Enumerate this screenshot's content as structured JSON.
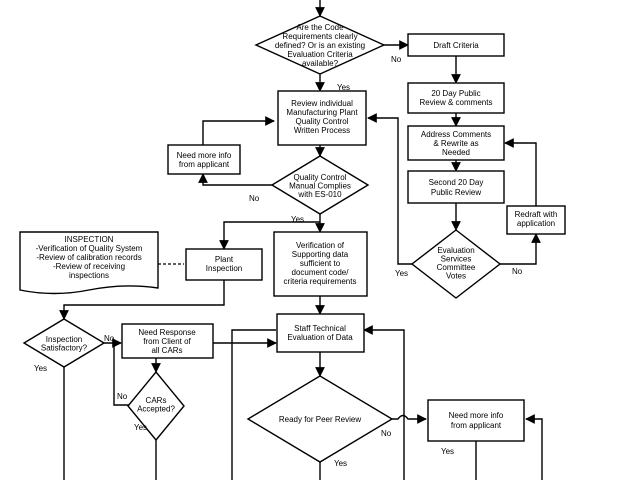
{
  "nodes": {
    "code_requirements": {
      "lines": [
        "Are the Code",
        "Requirements clearly",
        "defined? Or is an existing",
        "Evaluation Criteria",
        "available?"
      ]
    },
    "draft_criteria": {
      "lines": [
        "Draft Criteria"
      ]
    },
    "public_review_20": {
      "lines": [
        "20 Day Public",
        "Review & comments"
      ]
    },
    "address_comments": {
      "lines": [
        "Address Comments",
        "& Rewrite as",
        "Needed"
      ]
    },
    "second_public_review": {
      "lines": [
        "Second 20 Day",
        "Public Review"
      ]
    },
    "redraft": {
      "lines": [
        "Redraft with",
        "application"
      ]
    },
    "committee_votes": {
      "lines": [
        "Evaluation",
        "Services",
        "Committee",
        "Votes"
      ]
    },
    "review_manufacturing": {
      "lines": [
        "Review individual",
        "Manufacturing Plant",
        "Quality Control",
        "Written Process"
      ]
    },
    "need_more_info_1": {
      "lines": [
        "Need more info",
        "from applicant"
      ]
    },
    "qc_manual": {
      "lines": [
        "Quality Control",
        "Manual Complies",
        "with ES-010"
      ]
    },
    "inspection_note": {
      "lines": [
        "INSPECTION",
        "-Verification of Quality System",
        "-Review of calibration records",
        "-Review of receiving",
        "inspections"
      ]
    },
    "plant_inspection": {
      "lines": [
        "Plant",
        "Inspection"
      ]
    },
    "verification_data": {
      "lines": [
        "Verification of",
        "Supporting data",
        "sufficient to",
        "document code/",
        "criteria requirements"
      ]
    },
    "inspection_satisfactory": {
      "lines": [
        "Inspection",
        "Satisfactory?"
      ]
    },
    "need_response": {
      "lines": [
        "Need Response",
        "from Client of",
        "all CARs"
      ]
    },
    "cars_accepted": {
      "lines": [
        "CARs",
        "Accepted?"
      ]
    },
    "staff_technical": {
      "lines": [
        "Staff Technical",
        "Evaluation of Data"
      ]
    },
    "peer_review": {
      "lines": [
        "Ready for Peer Review"
      ]
    },
    "need_more_info_2": {
      "lines": [
        "Need more info",
        "from applicant"
      ]
    }
  },
  "labels": {
    "no_draft": "No",
    "yes_code": "Yes",
    "no_qc": "No",
    "yes_qc": "Yes",
    "yes_votes": "Yes",
    "no_votes": "No",
    "no_inspection": "No",
    "yes_inspection": "Yes",
    "no_cars": "No",
    "yes_cars": "Yes",
    "no_peer": "No",
    "yes_peer": "Yes",
    "yes_info2": "Yes"
  }
}
